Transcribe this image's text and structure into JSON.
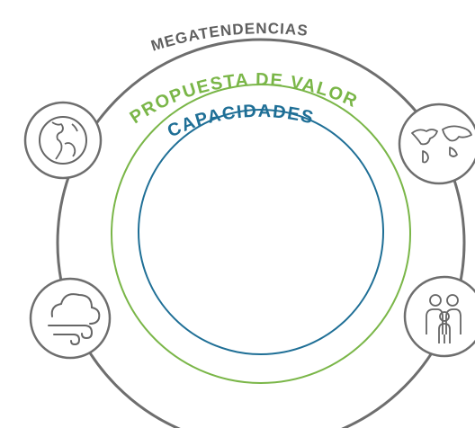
{
  "labels": {
    "outer": "MEGATENDENCIAS",
    "middle": "PROPUESTA DE VALOR",
    "inner": "CAPACIDADES"
  },
  "colors": {
    "outer_ring": "#6e6e6e",
    "outer_text": "#5f5f5f",
    "middle_ring": "#7ab648",
    "middle_text": "#7ab648",
    "inner_ring": "#1f6f96",
    "inner_text": "#1f6f96",
    "icon_stroke": "#666666"
  },
  "icons": [
    {
      "name": "globe-americas-icon"
    },
    {
      "name": "world-map-icon"
    },
    {
      "name": "cloud-wind-icon"
    },
    {
      "name": "family-icon"
    }
  ]
}
